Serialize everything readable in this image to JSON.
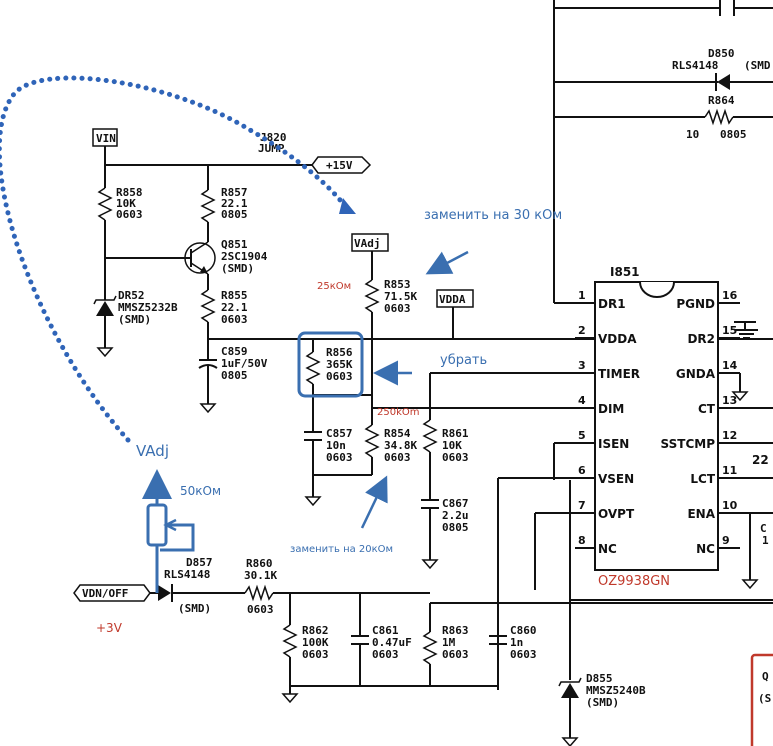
{
  "rails": {
    "vin": "VIN",
    "plus15": "+15V",
    "vadj": "VAdj",
    "vdda": "VDDA",
    "vdn_off": "VDN/OFF"
  },
  "jumper": {
    "ref": "J820",
    "val": "JUMP"
  },
  "components": {
    "r858": {
      "ref": "R858",
      "val": "10K",
      "pkg": "0603"
    },
    "r857": {
      "ref": "R857",
      "val": "22.1",
      "pkg": "0805"
    },
    "q851": {
      "ref": "Q851",
      "val": "2SC1904",
      "pkg": "(SMD)"
    },
    "d852": {
      "ref": "DR52",
      "val": "MMSZ5232B",
      "pkg": "(SMD)"
    },
    "r855": {
      "ref": "R855",
      "val": "22.1",
      "pkg": "0603"
    },
    "c859": {
      "ref": "C859",
      "val": "1uF/50V",
      "pkg": "0805"
    },
    "r853": {
      "ref": "R853",
      "val": "71.5K",
      "pkg": "0603"
    },
    "r856": {
      "ref": "R856",
      "val": "365K",
      "pkg": "0603"
    },
    "c857": {
      "ref": "C857",
      "val": "10n",
      "pkg": "0603"
    },
    "r854": {
      "ref": "R854",
      "val": "34.8K",
      "pkg": "0603"
    },
    "r861": {
      "ref": "R861",
      "val": "10K",
      "pkg": "0603"
    },
    "c867": {
      "ref": "C867",
      "val": "2.2u",
      "pkg": "0805"
    },
    "d857": {
      "ref": "D857",
      "val": "RLS4148",
      "pkg": "(SMD)"
    },
    "r860": {
      "ref": "R860",
      "val": "30.1K",
      "pkg": "0603"
    },
    "r862": {
      "ref": "R862",
      "val": "100K",
      "pkg": "0603"
    },
    "c861": {
      "ref": "C861",
      "val": "0.47uF",
      "pkg": "0603"
    },
    "r863": {
      "ref": "R863",
      "val": "1M",
      "pkg": "0603"
    },
    "c860": {
      "ref": "C860",
      "val": "1n",
      "pkg": "0603"
    },
    "d855": {
      "ref": "D855",
      "val": "MMSZ5240B",
      "pkg": "(SMD)"
    },
    "d850": {
      "ref": "D850",
      "val": "RLS4148",
      "pkg": "(SMD"
    },
    "r864": {
      "ref": "R864",
      "val": "10",
      "pkg": "0805"
    }
  },
  "ic": {
    "ref": "I851",
    "part": "OZ9938GN",
    "left_pins": [
      {
        "num": "1",
        "name": "DR1"
      },
      {
        "num": "2",
        "name": "VDDA"
      },
      {
        "num": "3",
        "name": "TIMER"
      },
      {
        "num": "4",
        "name": "DIM"
      },
      {
        "num": "5",
        "name": "ISEN"
      },
      {
        "num": "6",
        "name": "VSEN"
      },
      {
        "num": "7",
        "name": "OVPT"
      },
      {
        "num": "8",
        "name": "NC"
      }
    ],
    "right_pins": [
      {
        "num": "16",
        "name": "PGND"
      },
      {
        "num": "15",
        "name": "DR2"
      },
      {
        "num": "14",
        "name": "GNDA"
      },
      {
        "num": "13",
        "name": "CT"
      },
      {
        "num": "12",
        "name": "SSTCMP"
      },
      {
        "num": "11",
        "name": "LCT"
      },
      {
        "num": "10",
        "name": "ENA"
      },
      {
        "num": "9",
        "name": "NC"
      }
    ]
  },
  "edge_labels": {
    "c_right": "C",
    "val_right": "22",
    "val_right2": "1",
    "q_right": "Q",
    "s_right": "(S"
  },
  "annotations": {
    "replace_30k": "заменить на 30 кОм",
    "remove": "убрать",
    "replace_20k": "заменить на 20кОм",
    "r25k": "25кОм",
    "r250k": "250kOm",
    "vadj": "VAdj",
    "pot_50k": "50кОм",
    "plus3v": "+3V"
  }
}
